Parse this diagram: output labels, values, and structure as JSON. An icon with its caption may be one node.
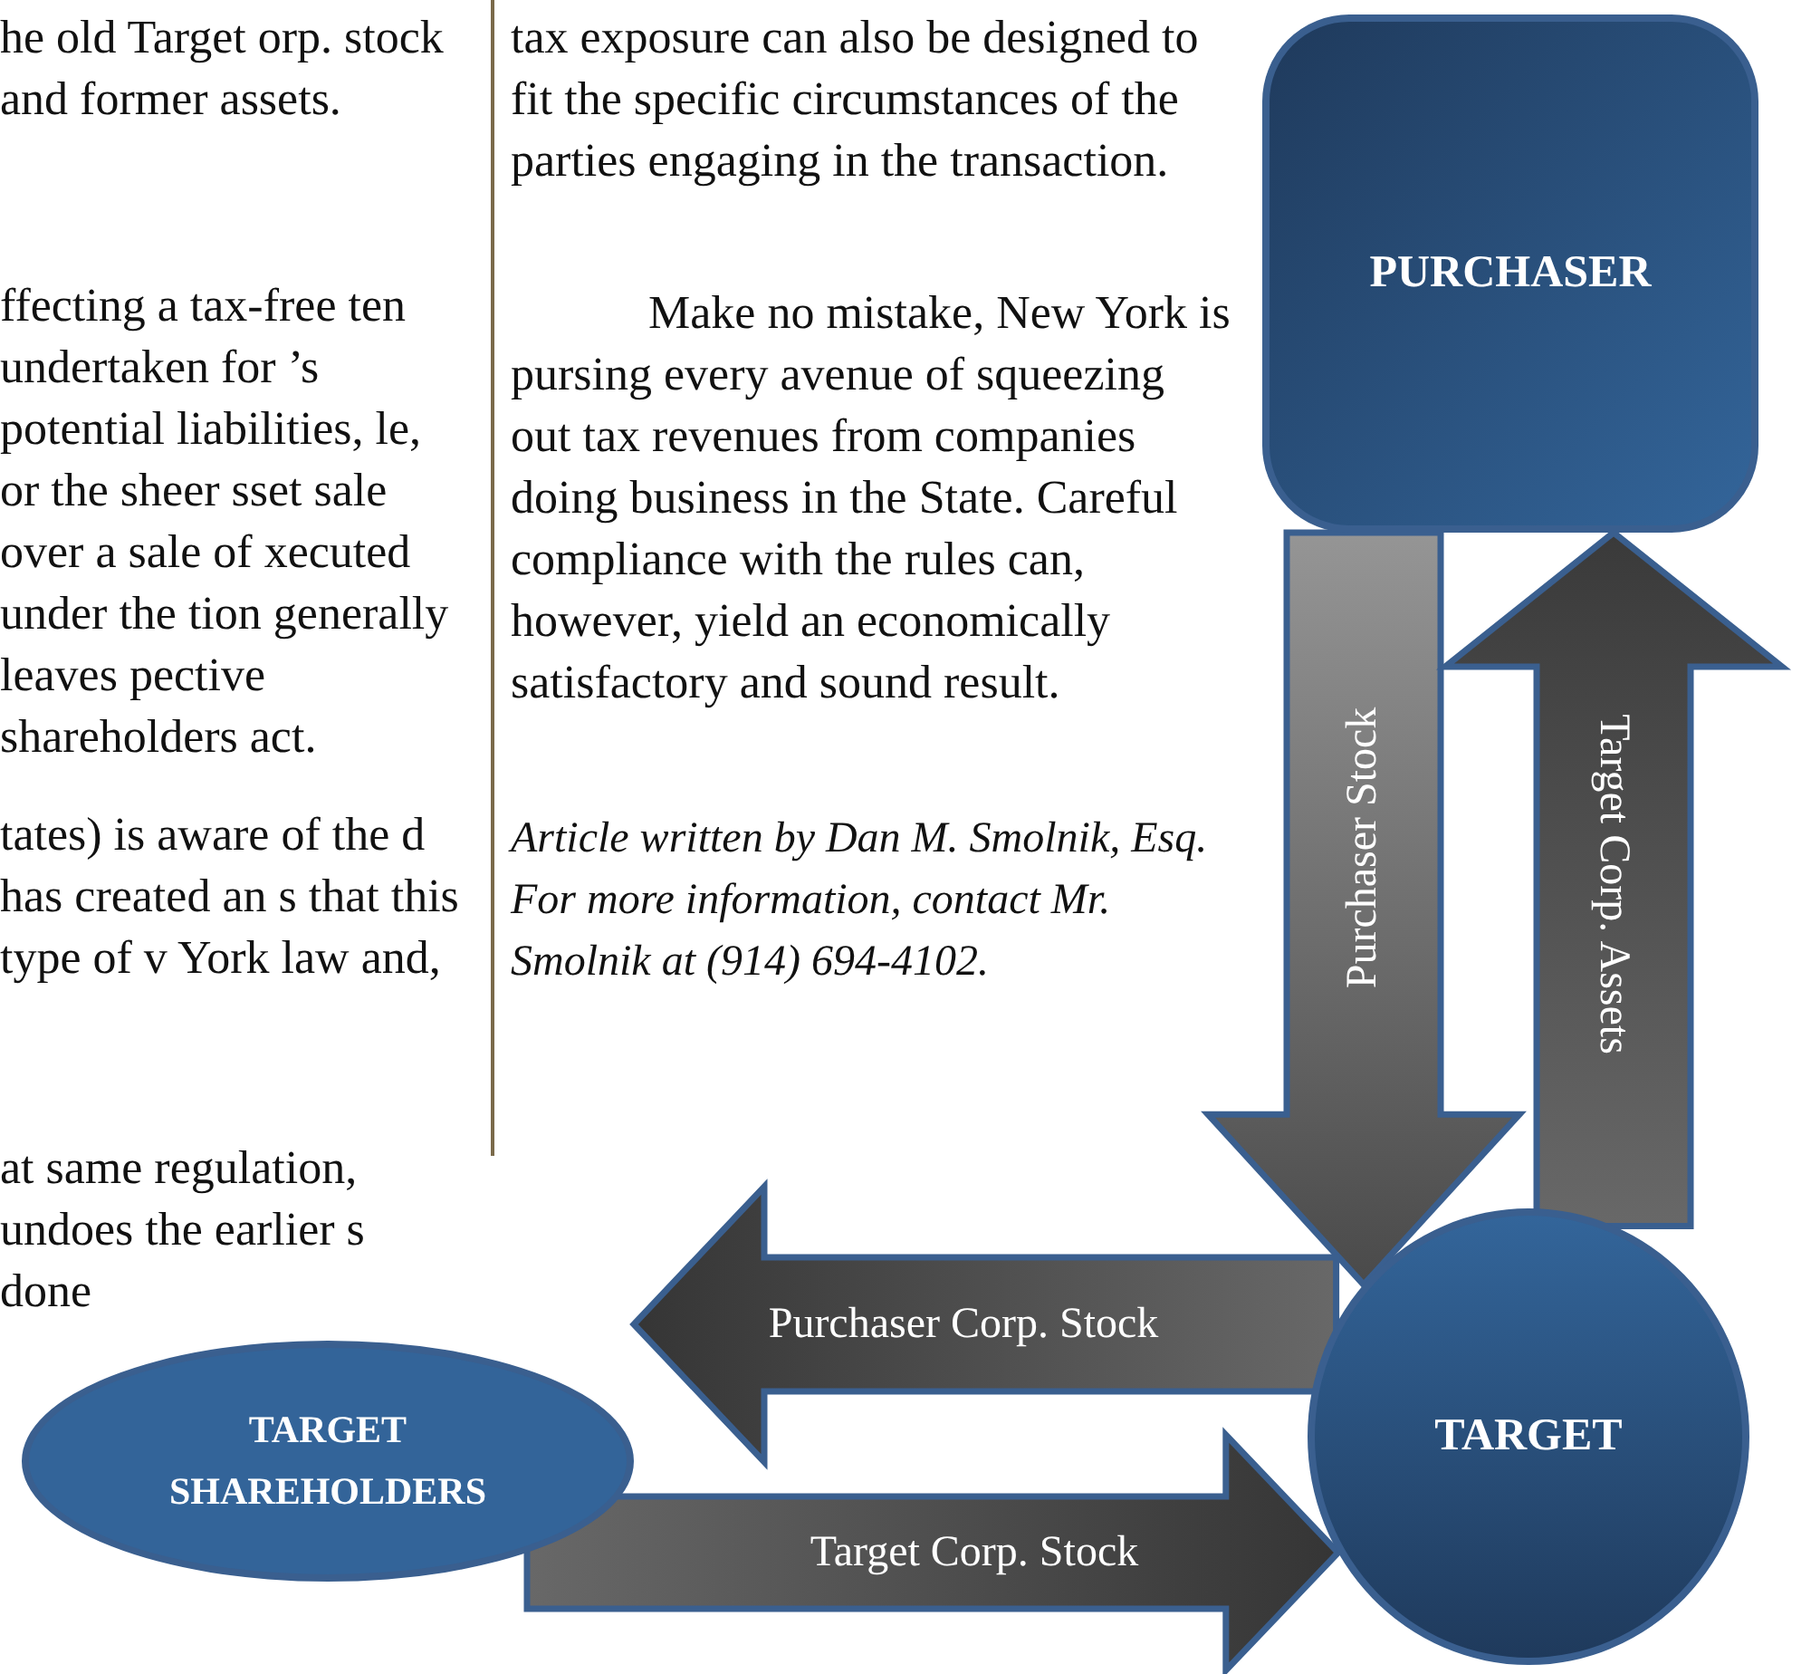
{
  "diagram": {
    "nodes": [
      {
        "text": [
          "PURCHASER"
        ]
      },
      {
        "text": [
          "TARGET"
        ]
      },
      {
        "text": [
          "TARGET SHAREHOLDERS"
        ]
      }
    ],
    "edges": [
      {
        "from": 0,
        "to": 1,
        "arrow": "to",
        "label": "Purchaser Stock"
      },
      {
        "from": 1,
        "to": 0,
        "arrow": "to",
        "label": "Target Corp. Assets"
      },
      {
        "from": 1,
        "to": 2,
        "arrow": "to",
        "label": "Purchaser Corp. Stock"
      },
      {
        "from": 2,
        "to": 1,
        "arrow": "to",
        "label": "Target Corp. Stock"
      }
    ],
    "labels": [
      "he old Target orp. stock and former assets.",
      "ffecting a tax-free ten undertaken for ’s potential liabilities, le, or the sheer sset sale over a sale of xecuted under the tion generally leaves pective shareholders act.",
      "tates) is aware of the d has created an s that this type of v York law and,",
      "at same regulation, undoes the earlier s done",
      "tax exposure can also be designed to fit the specific circumstances of the parties engaging in the transaction.",
      "Make no mistake, New York is pursing every avenue of squeezing out tax revenues from companies doing business in the State. Careful compliance with the rules can, however, yield an economically satisfactory and sound result.",
      "Article written by Dan M. Smolnik, Esq.  For more information, contact Mr. Smolnik at (914) 694-4102."
    ]
  }
}
